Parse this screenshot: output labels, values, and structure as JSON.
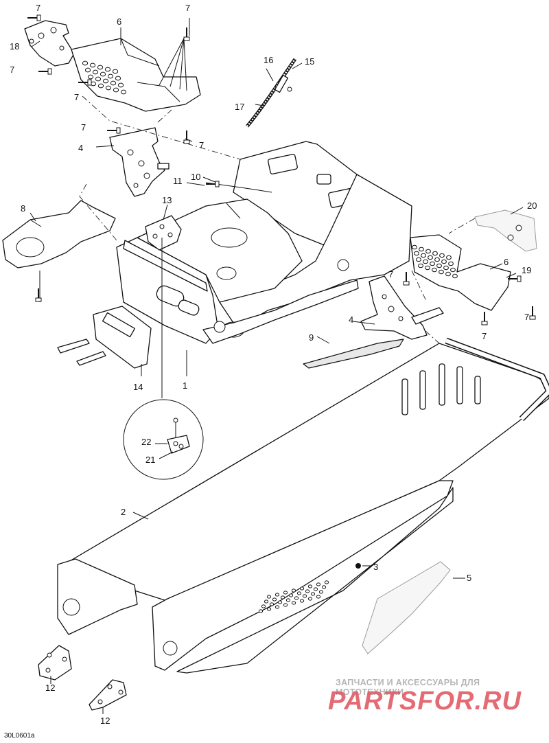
{
  "drawing_ref": "30L0601a",
  "watermark": {
    "line1": "ЗАПЧАСТИ И АКСЕССУАРЫ ДЛЯ МОТОТЕХНИКИ",
    "line2": "PARTSFOR.RU"
  },
  "callouts": [
    "7",
    "6",
    "7",
    "18",
    "7",
    "7",
    "16",
    "15",
    "17",
    "7",
    "4",
    "7",
    "10",
    "11",
    "8",
    "13",
    "20",
    "6",
    "7",
    "19",
    "7",
    "4",
    "7",
    "9",
    "14",
    "1",
    "22",
    "21",
    "2",
    "3",
    "5",
    "12",
    "12"
  ]
}
